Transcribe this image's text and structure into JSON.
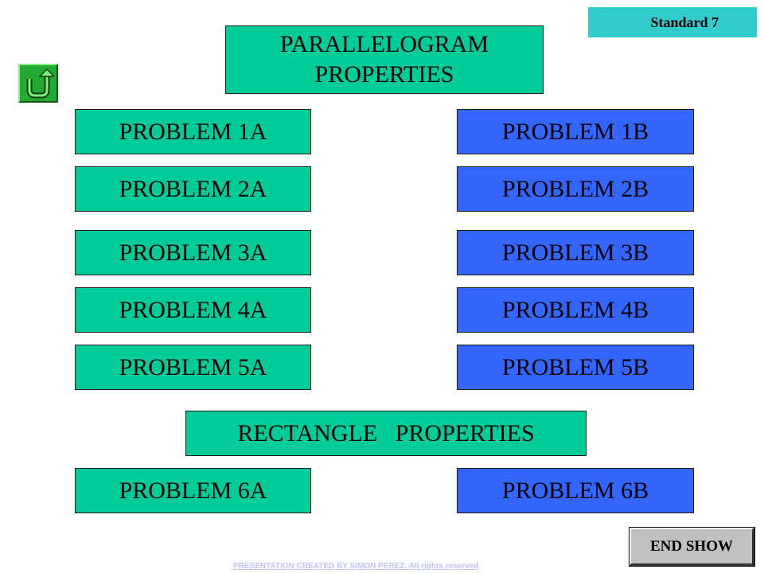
{
  "badge": "Standard 7",
  "titles": {
    "parallelogram_line1": "PARALLELOGRAM",
    "parallelogram_line2": "PROPERTIES",
    "rectangle": "RECTANGLE   PROPERTIES"
  },
  "problems": {
    "p1a": "PROBLEM 1A",
    "p1b": "PROBLEM 1B",
    "p2a": "PROBLEM 2A",
    "p2b": "PROBLEM 2B",
    "p3a": "PROBLEM 3A",
    "p3b": "PROBLEM 3B",
    "p4a": "PROBLEM 4A",
    "p4b": "PROBLEM 4B",
    "p5a": "PROBLEM 5A",
    "p5b": "PROBLEM 5B",
    "p6a": "PROBLEM 6A",
    "p6b": "PROBLEM 6B"
  },
  "end_show": "END SHOW",
  "footer": "PRESENTATION CREATED BY SIMON PEREZ. All rights reserved",
  "back_icon": "return-arrow-icon",
  "colors": {
    "green": "#00cc99",
    "blue": "#3366ff",
    "badge": "#33cccc",
    "back_button": "#22aa33",
    "end_button": "#c0c0c0"
  }
}
